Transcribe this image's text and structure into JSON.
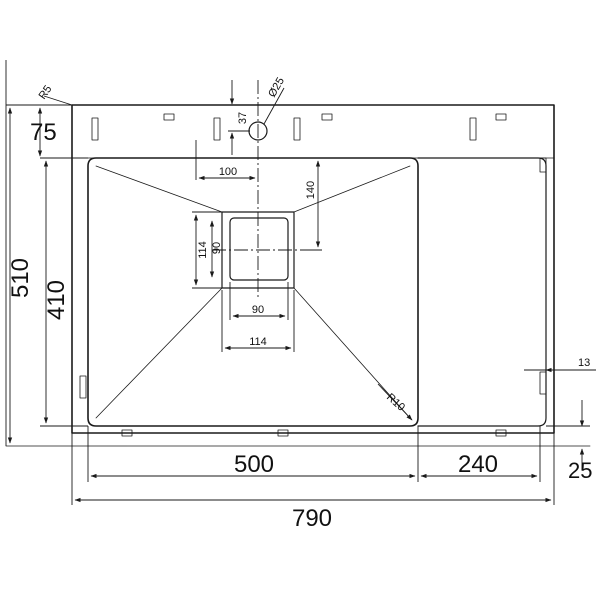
{
  "dimensions": {
    "overall_height": "510",
    "bowl_height": "410",
    "top_margin": "75",
    "corner_radius": "R5",
    "tap_offset": "37",
    "tap_hole": "Ø25",
    "drain_offset": "100",
    "drain_depth_offset": "140",
    "drain_inner_v": "90",
    "drain_outer_v": "114",
    "drain_inner_h": "90",
    "drain_outer_h": "114",
    "bowl_radius": "R10",
    "clip_spacing": "13",
    "bowl_width": "500",
    "drainer_width": "240",
    "overall_width": "790",
    "rim_thickness": "25"
  }
}
